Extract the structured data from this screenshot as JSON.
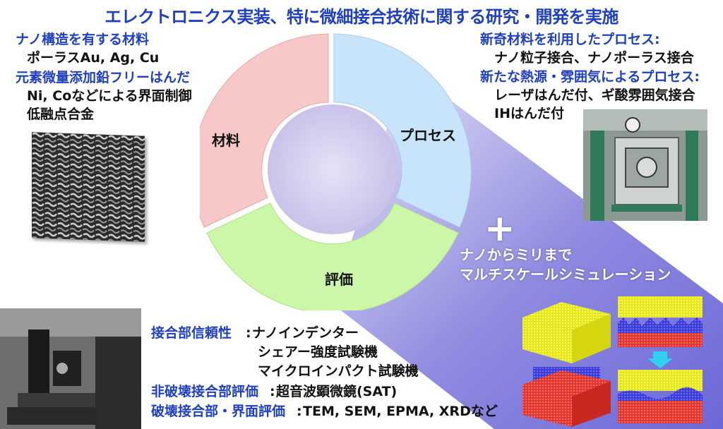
{
  "title": "エレクトロニクス実装、特に微細接合技術に関する研究・開発を実施",
  "materials": {
    "heading": "ナノ構造を有する材料",
    "item1": "ポーラスAu, Ag, Cu",
    "heading2": "元素微量添加鉛フリーはんだ",
    "item2": "Ni, Coなどによる界面制御",
    "item3": "低融点合金"
  },
  "process": {
    "heading": "新奇材料を利用したプロセス:",
    "item1": "ナノ粒子接合、ナノポーラス接合",
    "heading2": "新たな熱源・雰囲気によるプロセス:",
    "item2": "レーザはんだ付、ギ酸雰囲気接合",
    "item3": "IHはんだ付"
  },
  "cycle": {
    "material_label": "材料",
    "process_label": "プロセス",
    "evaluation_label": "評価",
    "colors": {
      "material": "#f8c8c8",
      "process": "#c8e4fb",
      "evaluation": "#ccf7a8",
      "center": "#d8d2ee"
    }
  },
  "simulation": {
    "plus": "+",
    "line1": "ナノからミリまで",
    "line2": "マルチスケールシミュレーション"
  },
  "evaluation": {
    "reliability_label": "接合部信頼性",
    "reliability_items": [
      "ナノインデンター",
      "シェアー強度試験機",
      "マイクロインパクト試験機"
    ],
    "nondestructive_label": "非破壊接合部評価",
    "nondestructive_value": "超音波顕微鏡(SAT)",
    "destructive_label": "破壊接合部・界面評価",
    "destructive_value": "TEM, SEM, EPMA, XRDなど"
  }
}
